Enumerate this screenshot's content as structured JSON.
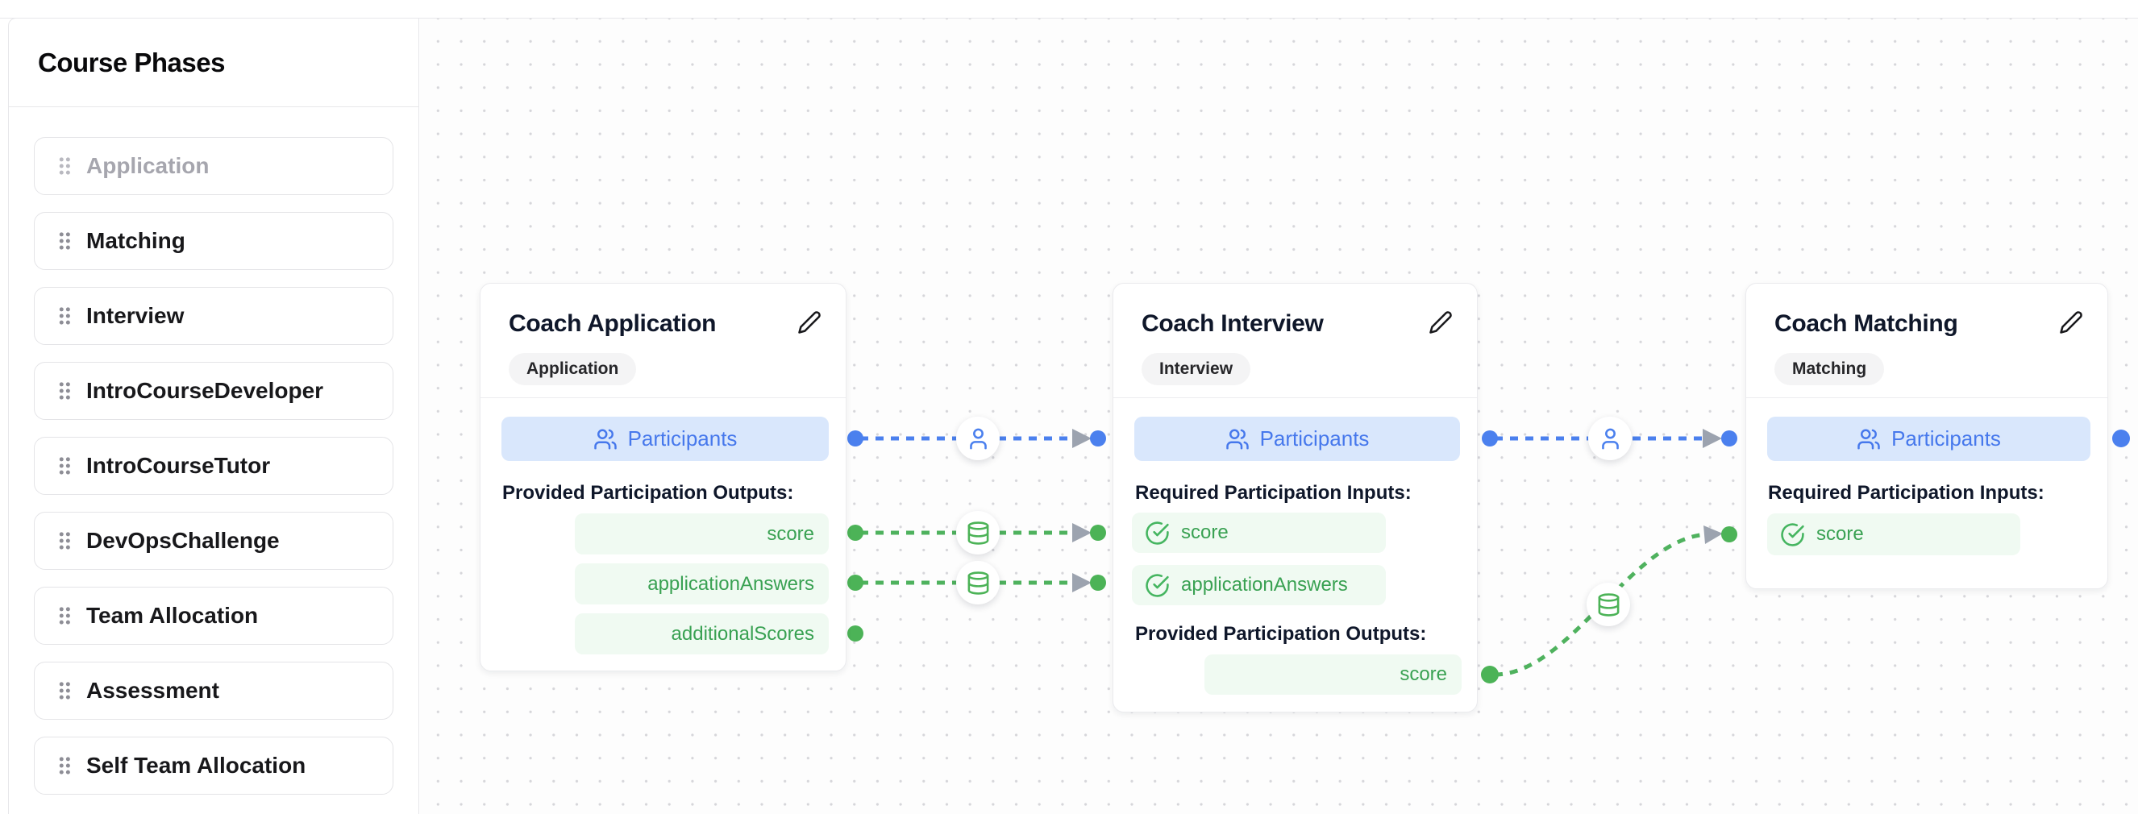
{
  "sidebar": {
    "title": "Course Phases",
    "items": [
      {
        "label": "Application",
        "muted": true
      },
      {
        "label": "Matching",
        "muted": false
      },
      {
        "label": "Interview",
        "muted": false
      },
      {
        "label": "IntroCourseDeveloper",
        "muted": false
      },
      {
        "label": "IntroCourseTutor",
        "muted": false
      },
      {
        "label": "DevOpsChallenge",
        "muted": false
      },
      {
        "label": "Team Allocation",
        "muted": false
      },
      {
        "label": "Assessment",
        "muted": false
      },
      {
        "label": "Self Team Allocation",
        "muted": false
      }
    ]
  },
  "canvas": {
    "cards": [
      {
        "title": "Coach Application",
        "badge": "Application",
        "participants_label": "Participants",
        "outputs_heading": "Provided Participation Outputs:",
        "outputs": [
          "score",
          "applicationAnswers",
          "additionalScores"
        ]
      },
      {
        "title": "Coach Interview",
        "badge": "Interview",
        "participants_label": "Participants",
        "inputs_heading": "Required Participation Inputs:",
        "inputs": [
          "score",
          "applicationAnswers"
        ],
        "outputs_heading": "Provided Participation Outputs:",
        "outputs": [
          "score"
        ]
      },
      {
        "title": "Coach Matching",
        "badge": "Matching",
        "participants_label": "Participants",
        "inputs_heading": "Required Participation Inputs:",
        "inputs": [
          "score"
        ]
      }
    ],
    "icons": {
      "drag_handle": "grip-vertical-icon",
      "card_edit": "pencil-icon",
      "participants": "users-icon",
      "participants_edge": "user-icon",
      "data_edge": "database-icon",
      "input_satisfied": "check-circle-icon"
    },
    "colors": {
      "edge_blue": "#4b80ee",
      "edge_green": "#4fb25e",
      "arrow_gray": "#9ca3af",
      "pill_green_bg": "#f0faf2",
      "pill_green_text": "#39a152",
      "participants_bg": "#d9e7fc",
      "participants_text": "#4678ec",
      "badge_bg": "#f4f4f5"
    }
  }
}
